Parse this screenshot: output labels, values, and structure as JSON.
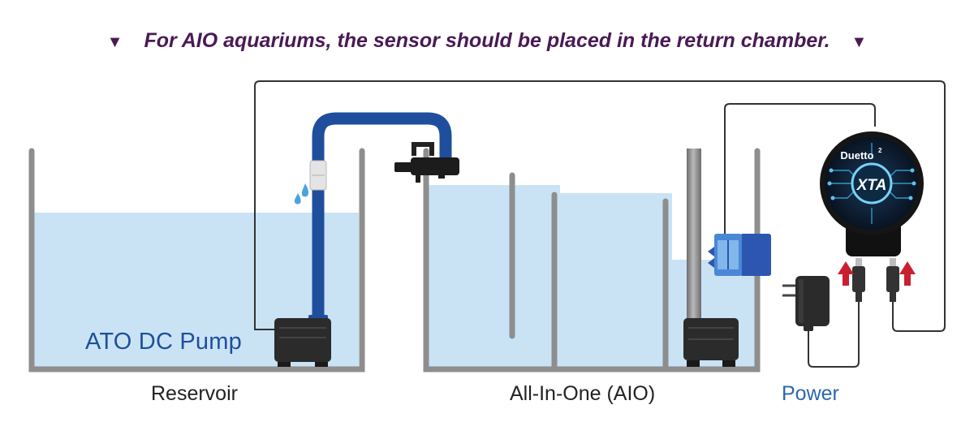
{
  "headline": {
    "text": "For AIO aquariums, the sensor should be placed in the return chamber.",
    "marker_left": "▼",
    "marker_right": "▼",
    "color": "#4a1a55"
  },
  "labels": {
    "reservoir": "Reservoir",
    "aio": "All-In-One (AIO)",
    "power": "Power",
    "pump": "ATO DC Pump"
  },
  "device": {
    "brand": "Duetto",
    "brand_sup": "2",
    "logo": "XTA"
  },
  "colors": {
    "water": "#c9e3f5",
    "tank_wall": "#8e8e8e",
    "hose": "#1f4e9c",
    "power_text": "#2a67b1",
    "arrow": "#c8202e",
    "pump_body": "#2b2b2b"
  },
  "icons": [
    "water-drop-icon",
    "flow-arrow-icon",
    "power-adapter-icon",
    "xta-logo-icon"
  ]
}
